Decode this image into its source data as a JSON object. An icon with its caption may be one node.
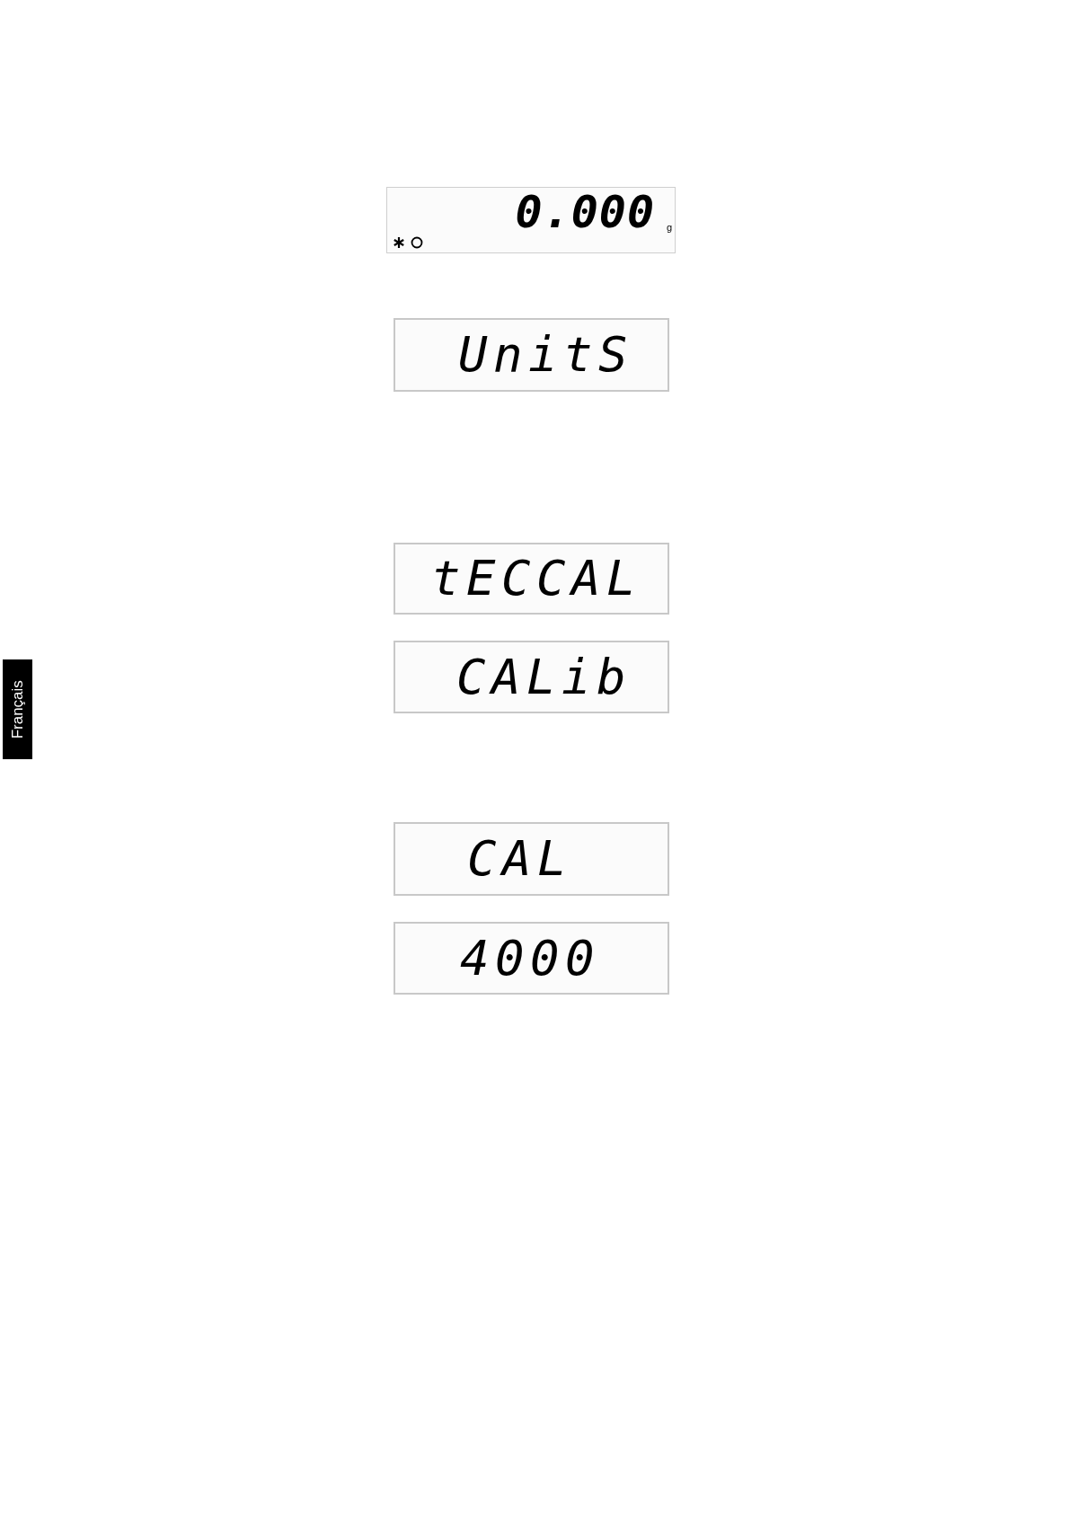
{
  "diagram": {
    "nodes": [
      {
        "text": [
          "0.000",
          "g"
        ]
      },
      {
        "text": [
          "UnitS"
        ]
      },
      {
        "text": [
          "tECCAL"
        ]
      },
      {
        "text": [
          "CALib"
        ]
      },
      {
        "text": [
          "CAL"
        ]
      },
      {
        "text": [
          "4000"
        ]
      }
    ],
    "labels": [
      "Français"
    ]
  }
}
